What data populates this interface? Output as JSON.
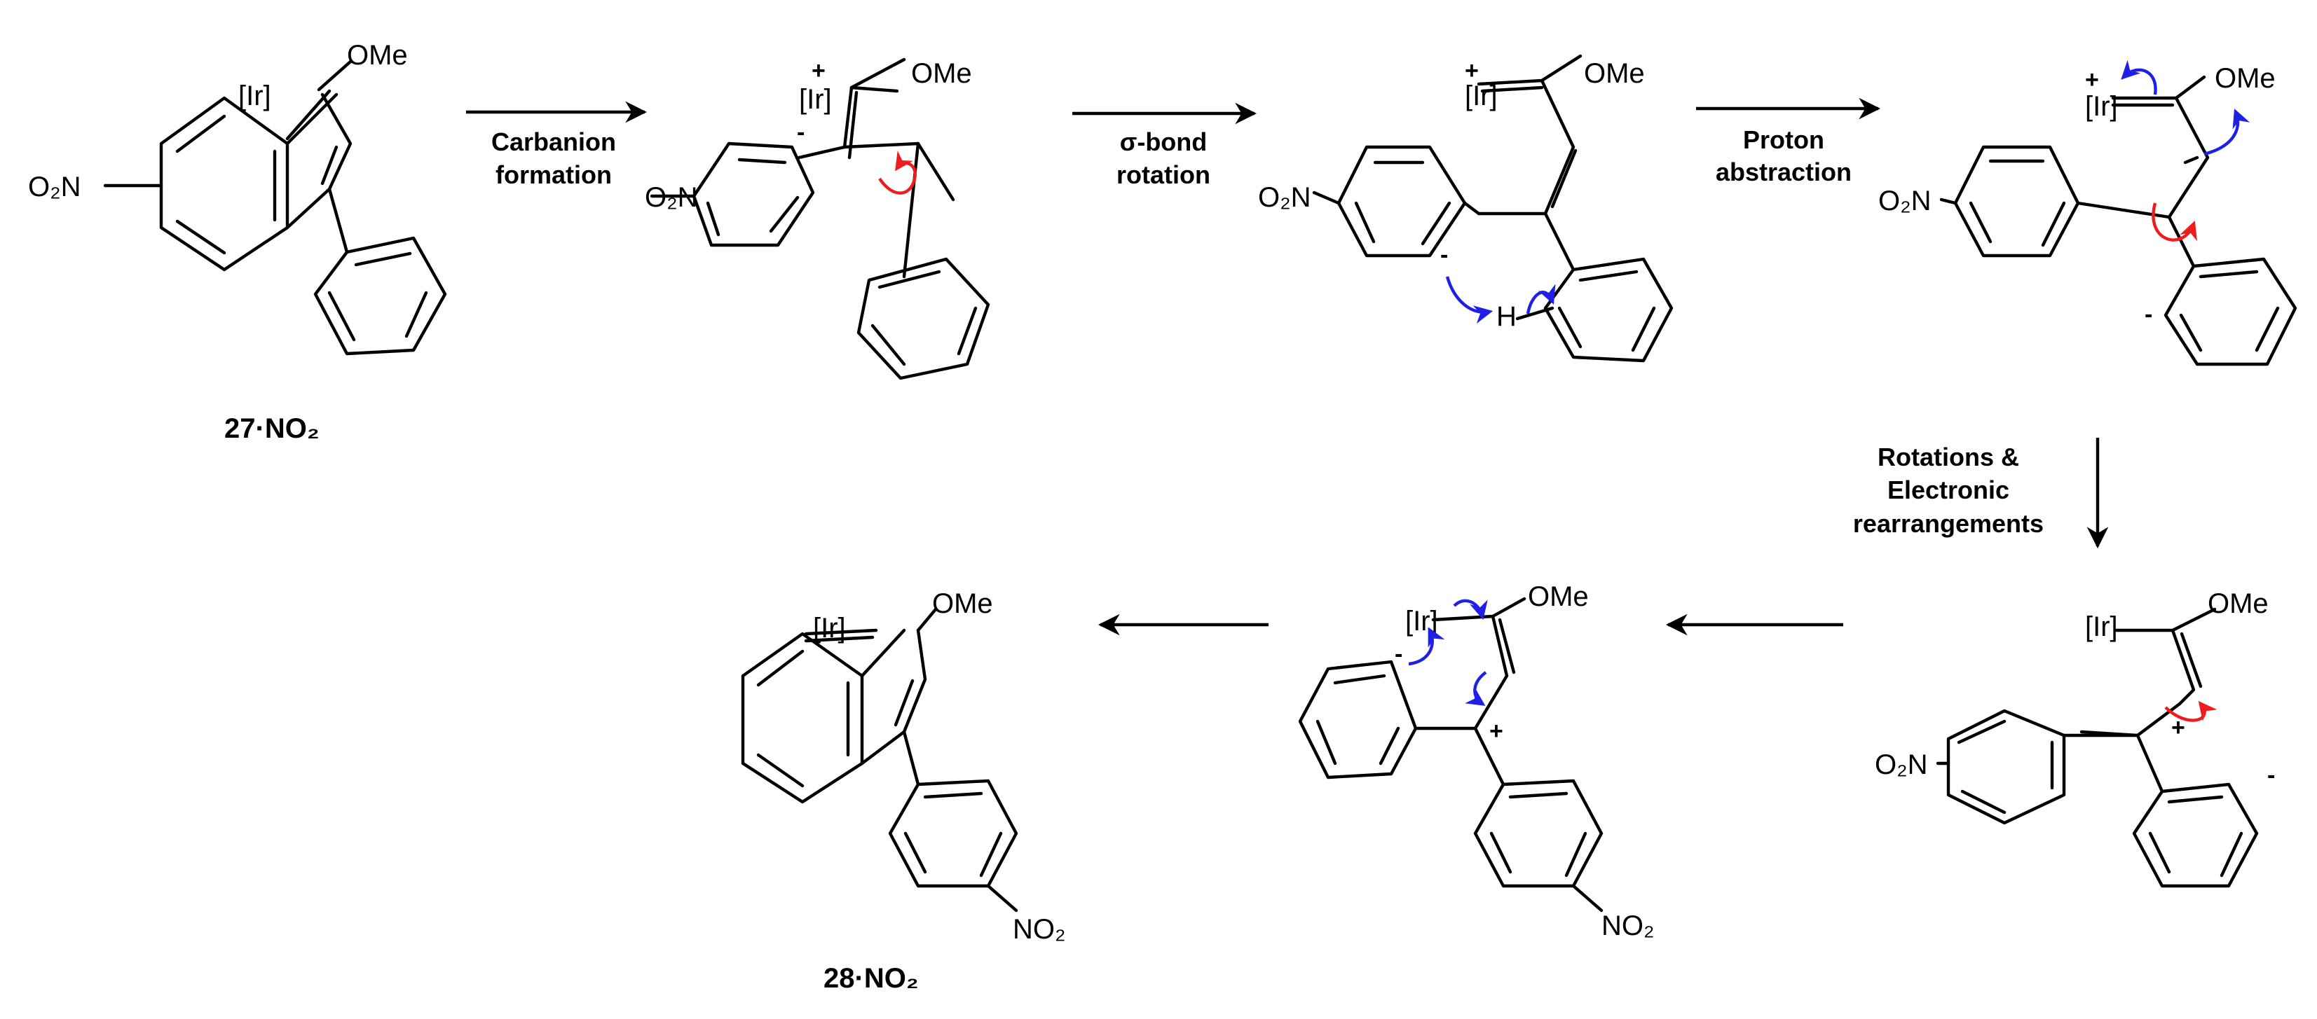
{
  "labels": {
    "ir": "[Ir]",
    "ome": "OMe",
    "o2n": "O₂N",
    "no2": "NO₂",
    "h": "H",
    "plus": "+",
    "minus": "-"
  },
  "compounds": {
    "start": "27·NO₂",
    "product": "28·NO₂"
  },
  "steps": {
    "s1": [
      "Carbanion",
      "formation"
    ],
    "s2": [
      "σ-bond",
      "rotation"
    ],
    "s3": [
      "Proton",
      "abstraction"
    ],
    "s4": [
      "Rotations &",
      "Electronic",
      "rearrangements"
    ]
  },
  "colors": {
    "bonds": "#000000",
    "electron_push_arrow": "#1f1fe6",
    "rotation_arrow": "#ee1c1c"
  }
}
